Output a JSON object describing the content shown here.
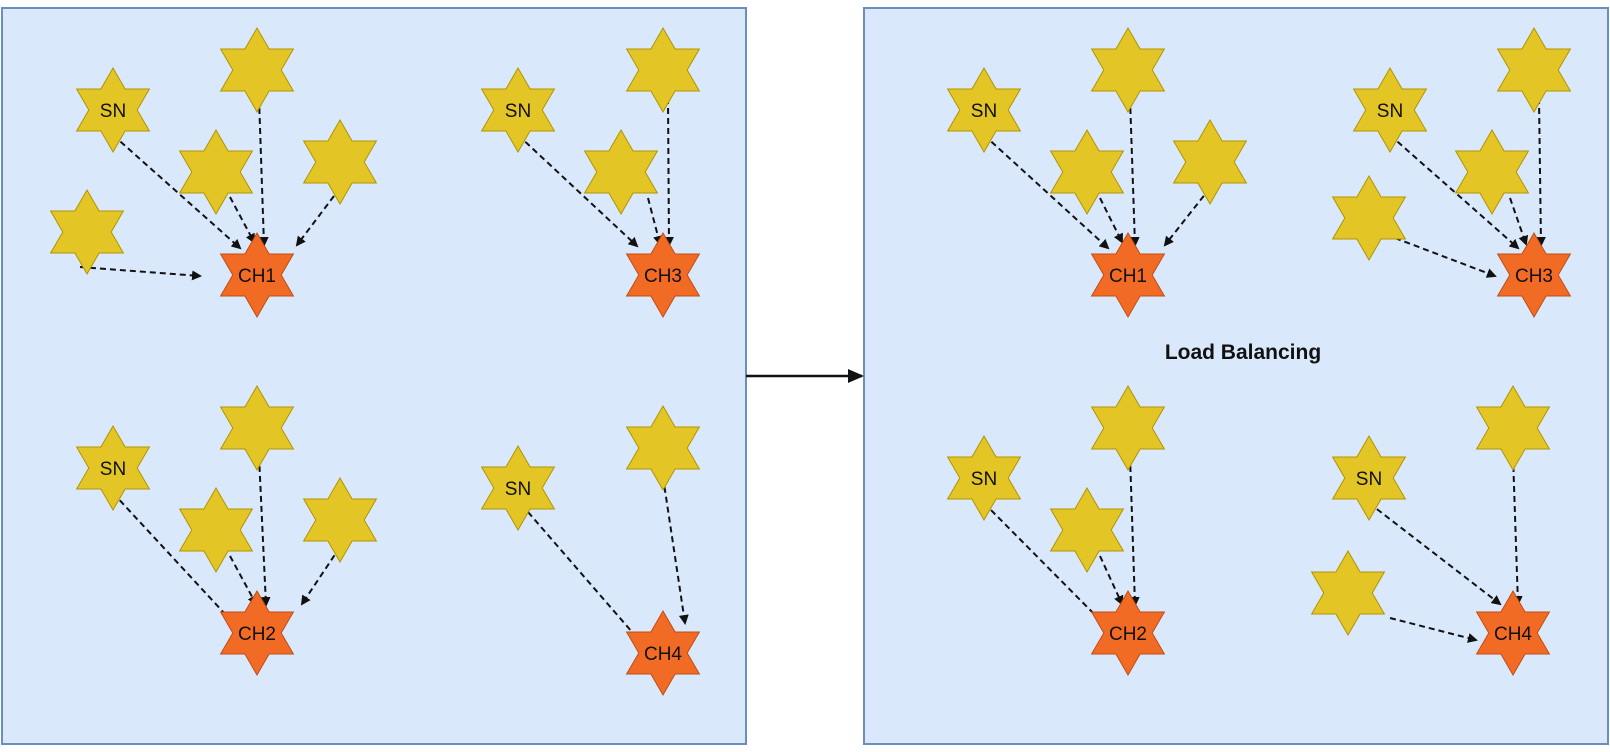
{
  "colors": {
    "panel_fill": "#dae8fc",
    "panel_stroke": "#6c8ebf",
    "sensor_fill": "#e3c526",
    "sensor_stroke": "#b09500",
    "head_fill": "#f26b25",
    "head_stroke": "#c04d12",
    "edge": "#111111"
  },
  "labels": {
    "sensor": "SN",
    "ch1": "CH1",
    "ch2": "CH2",
    "ch3": "CH3",
    "ch4": "CH4",
    "caption": "Load Balancing"
  },
  "icons": {
    "sensor": "six-point-star",
    "cluster_head": "six-point-star",
    "transition": "arrow-right"
  }
}
